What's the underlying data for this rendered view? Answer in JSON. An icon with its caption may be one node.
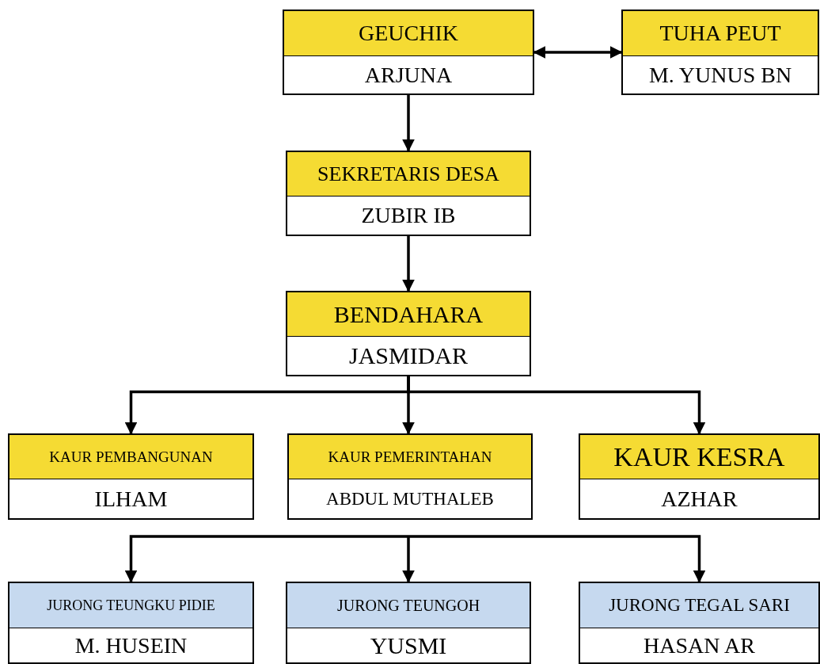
{
  "diagram": {
    "nodes": [
      {
        "text": [
          "GEUCHIK",
          "ARJUNA"
        ]
      },
      {
        "text": [
          "TUHA PEUT",
          "M. YUNUS BN"
        ]
      },
      {
        "text": [
          "SEKRETARIS DESA",
          "ZUBIR IB"
        ]
      },
      {
        "text": [
          "BENDAHARA",
          "JASMIDAR"
        ]
      },
      {
        "text": [
          "KAUR PEMBANGUNAN",
          "ILHAM"
        ]
      },
      {
        "text": [
          "KAUR PEMERINTAHAN",
          "ABDUL MUTHALEB"
        ]
      },
      {
        "text": [
          "KAUR KESRA",
          "AZHAR"
        ]
      },
      {
        "text": [
          "JURONG TEUNGKU PIDIE",
          "M. HUSEIN"
        ]
      },
      {
        "text": [
          "JURONG TEUNGOH",
          "YUSMI"
        ]
      },
      {
        "text": [
          "JURONG TEGAL SARI",
          "HASAN AR"
        ]
      }
    ],
    "edges": [
      {
        "from": 0,
        "to": 1,
        "arrow": "both"
      },
      {
        "from": 0,
        "to": 2,
        "arrow": "to"
      },
      {
        "from": 2,
        "to": 3,
        "arrow": "to"
      },
      {
        "from": 3,
        "to": 4,
        "arrow": "to"
      },
      {
        "from": 3,
        "to": 5,
        "arrow": "to"
      },
      {
        "from": 3,
        "to": 6,
        "arrow": "to"
      },
      {
        "from": null,
        "to": 7,
        "arrow": "to"
      },
      {
        "from": null,
        "to": 8,
        "arrow": "to"
      },
      {
        "from": null,
        "to": 9,
        "arrow": "to"
      }
    ]
  }
}
